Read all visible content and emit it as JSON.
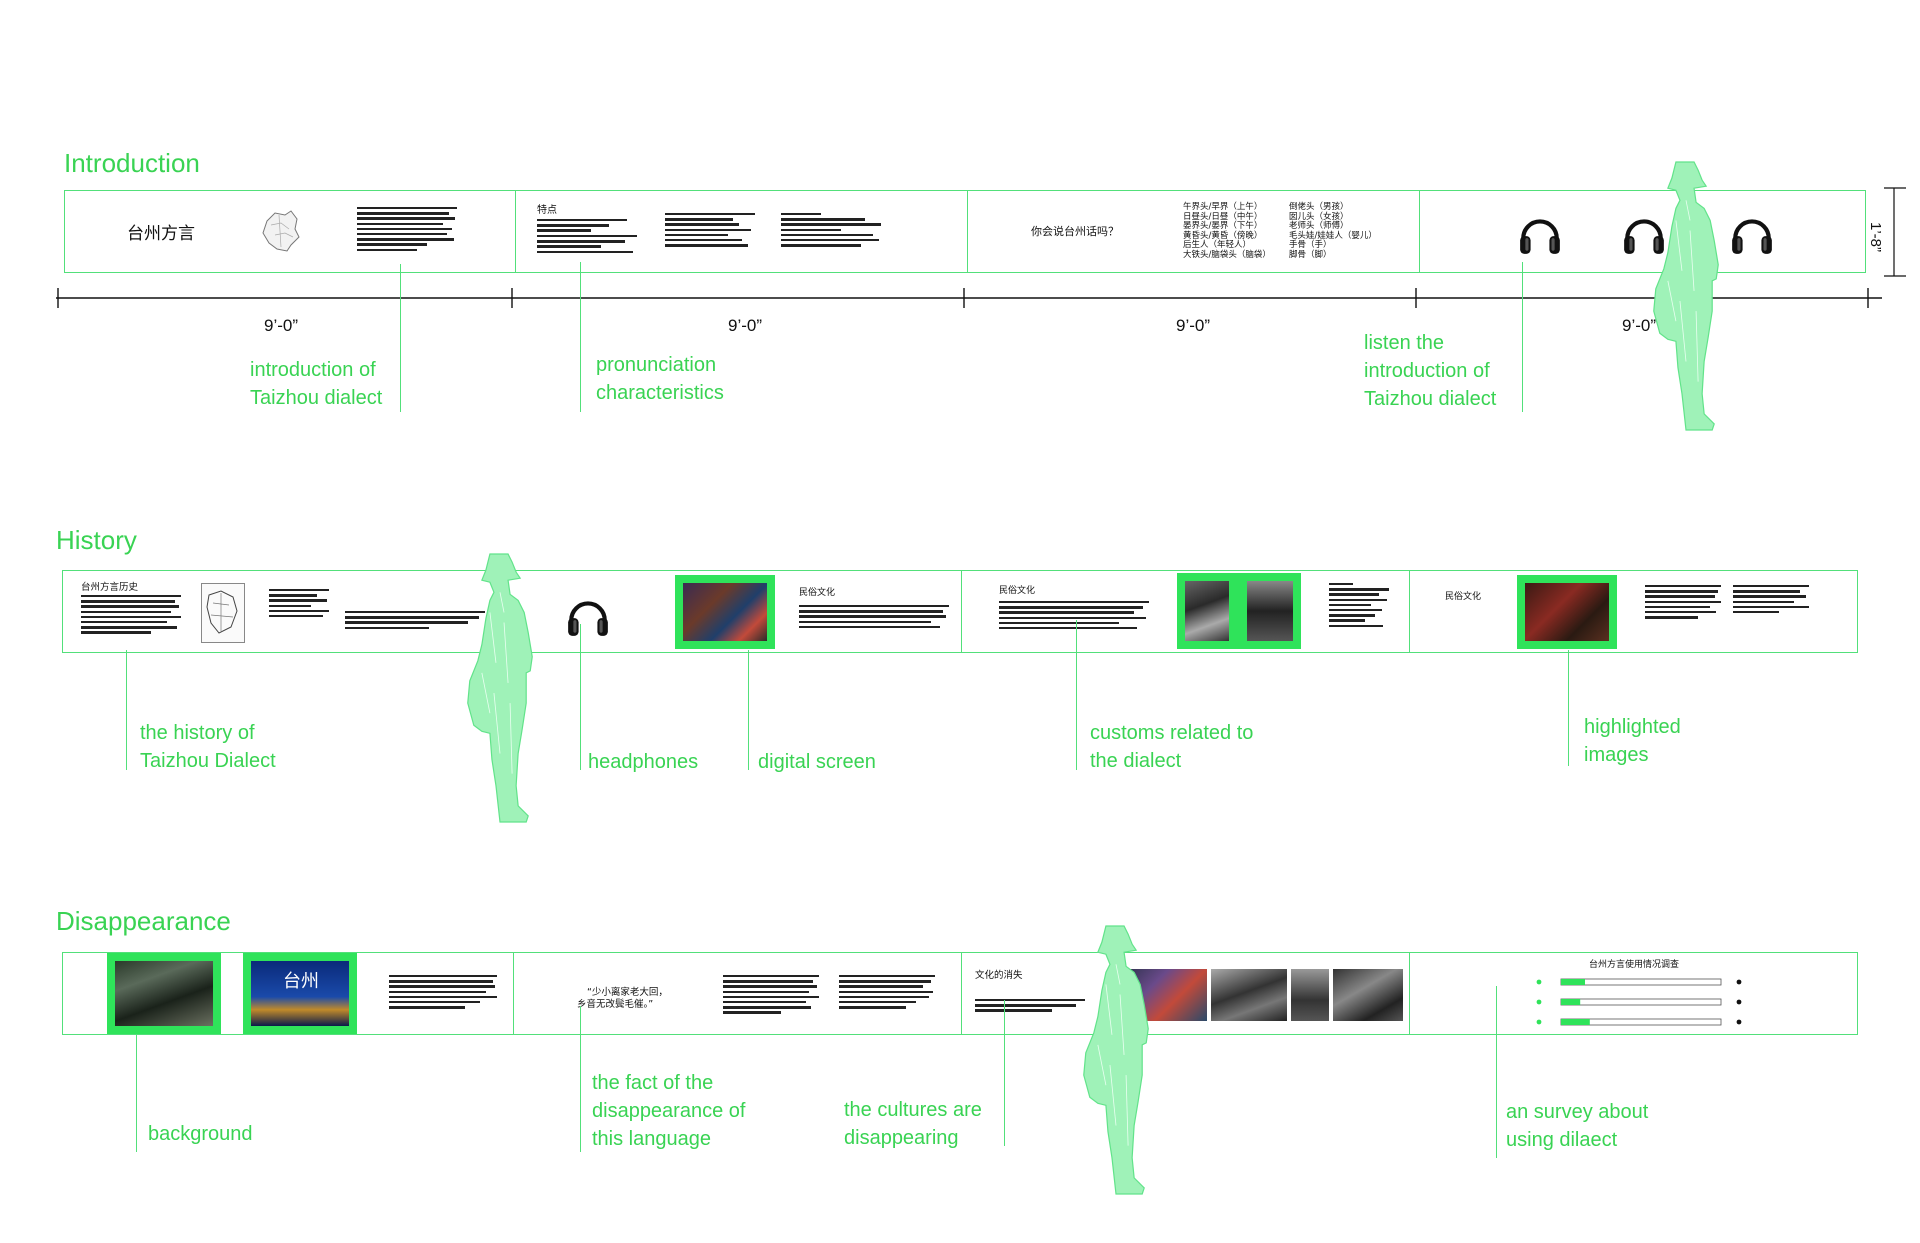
{
  "colors": {
    "accent": "#39d353",
    "line": "#52e07a",
    "figure_fill": "#9ff2b8",
    "photo_frame": "#2fe35a"
  },
  "sections": {
    "introduction": {
      "title": "Introduction"
    },
    "history": {
      "title": "History"
    },
    "disappearance": {
      "title": "Disappearance"
    }
  },
  "dimensions": {
    "bay_1": "9’-0”",
    "bay_2": "9’-0”",
    "bay_3": "9’-0”",
    "bay_4": "9’-0”",
    "height": "1’-8”"
  },
  "panels": {
    "intro_title": "台州方言",
    "intro_features_heading": "特点",
    "intro_question": "你会说台州话吗？",
    "intro_vocab_left": [
      "午界头/早界（上午）",
      "日昼头/日昼（中午）",
      "晏界头/晏界（下午）",
      "黄昏头/黄昏（傍晚）",
      "后生人（年轻人）",
      "大铁头/脑袋头（脑袋）"
    ],
    "intro_vocab_right": [
      "倒佬头（男孩）",
      "囡儿头（女孩）",
      "老师头（师傅）",
      "毛头娃/娃娃人（婴儿）",
      "手骨（手）",
      "脚骨（脚）"
    ],
    "history_heading": "台州方言历史",
    "history_folk_1": "民俗文化",
    "history_folk_2": "民俗文化",
    "history_folk_3": "民俗文化",
    "disappear_photo_text": "台州",
    "disappear_quote": [
      "“少小离家老大回，",
      "乡音无改鬓毛催。”"
    ],
    "disappear_culture_heading": "文化的消失",
    "disappear_survey_title": "台州方言使用情况调查"
  },
  "survey_bars": [
    0.15,
    0.12,
    0.18
  ],
  "captions": {
    "intro_1": "introduction of\nTaizhou dialect",
    "intro_2": "pronunciation\ncharacteristics",
    "intro_3": "listen the\nintroduction of\nTaizhou dialect",
    "history_1": "the history of\nTaizhou Dialect",
    "history_2": "headphones",
    "history_3": "digital screen",
    "history_4": "customs related to\nthe dialect",
    "history_5": "highlighted\nimages",
    "disappear_1": "background",
    "disappear_2": "the fact of the\ndisappearance of\nthis language",
    "disappear_3": "the cultures are\ndisappearing",
    "disappear_4": "an survey about\nusing dilaect"
  }
}
